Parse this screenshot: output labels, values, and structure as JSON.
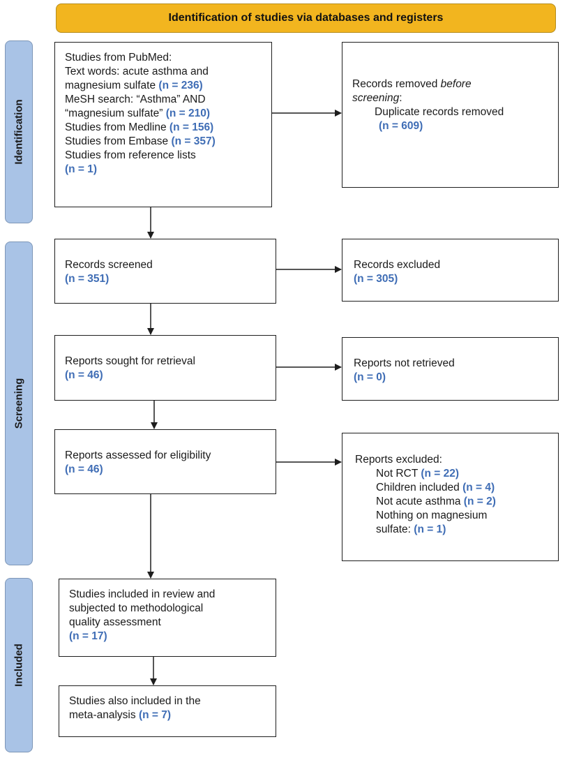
{
  "header": {
    "title": "Identification of studies via databases and registers"
  },
  "phases": {
    "identification": "Identification",
    "screening": "Screening",
    "included": "Included"
  },
  "colors": {
    "header_fill": "#f2b51f",
    "phase_fill": "#a9c3e6",
    "count_text": "#3f6db5"
  },
  "boxes": {
    "sources": {
      "l1": "Studies from PubMed:",
      "l2": "Text words: acute asthma and",
      "l3": "magnesium sulfate",
      "n1": "(n = 236)",
      "l4": "MeSH search: “Asthma” AND",
      "l5": "“magnesium sulfate”",
      "n2": "(n = 210)",
      "l6": "Studies from Medline",
      "n3": "(n = 156)",
      "l7": "Studies from Embase",
      "n4": "(n = 357)",
      "l8": "Studies from reference lists",
      "n5": "(n = 1)"
    },
    "removed": {
      "l1a": "Records removed ",
      "l1b": "before",
      "l2": "screening",
      "l2b": ":",
      "l3": "Duplicate records removed",
      "n": "(n = 609)"
    },
    "screened": {
      "label": "Records screened",
      "n": "(n = 351)"
    },
    "excluded": {
      "label": "Records excluded",
      "n": "(n = 305)"
    },
    "sought": {
      "label": "Reports sought for retrieval",
      "n": "(n = 46)"
    },
    "not_retrieved": {
      "label": "Reports not retrieved",
      "n": "(n = 0)"
    },
    "assessed": {
      "label": "Reports assessed for eligibility",
      "n": "(n = 46)"
    },
    "reports_excluded": {
      "label": "Reports excluded:",
      "r1": "Not RCT",
      "n1": "(n = 22)",
      "r2": "Children included",
      "n2": "(n = 4)",
      "r3": "Not acute asthma",
      "n3": "(n = 2)",
      "r4a": "Nothing on magnesium",
      "r4b": "sulfate:",
      "n4": "(n = 1)"
    },
    "included_review": {
      "l1": "Studies included in review and",
      "l2": "subjected to methodological",
      "l3": "quality assessment",
      "n": "(n = 17)"
    },
    "meta": {
      "l1": "Studies also included in the",
      "l2": "meta-analysis",
      "n": "(n = 7)"
    }
  }
}
